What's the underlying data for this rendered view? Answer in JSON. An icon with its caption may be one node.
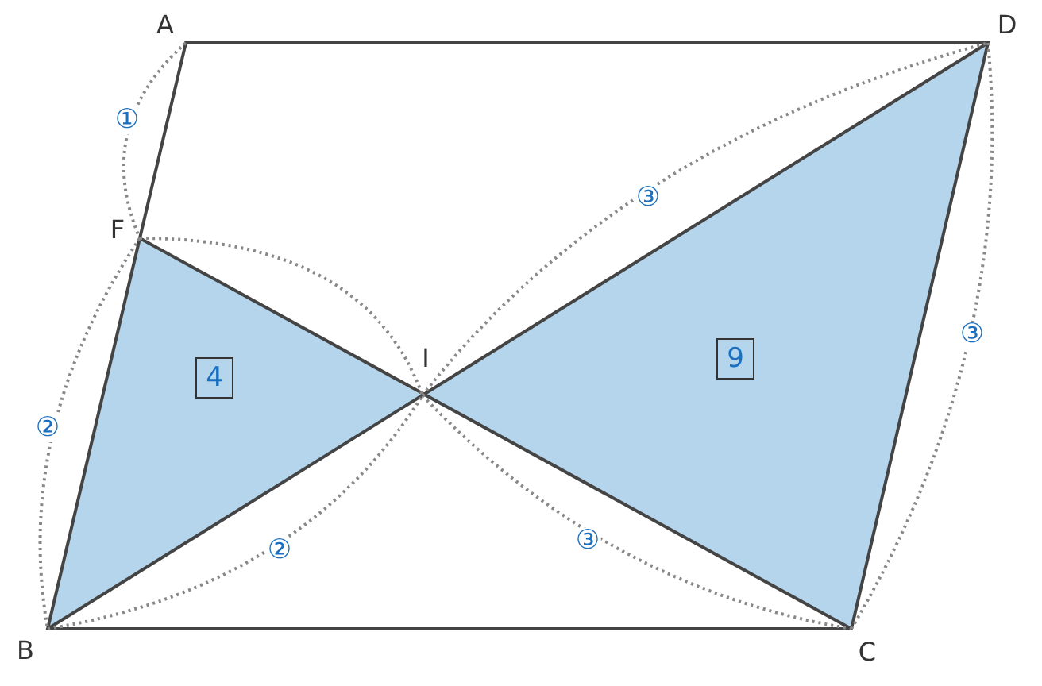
{
  "diagram": {
    "nodes": [
      {
        "text": [
          "4"
        ]
      },
      {
        "text": [
          "9"
        ]
      }
    ],
    "labels": [
      "A",
      "D",
      "①",
      "F",
      "③",
      "I",
      "③",
      "②",
      "②",
      "③",
      "B",
      "C"
    ]
  }
}
